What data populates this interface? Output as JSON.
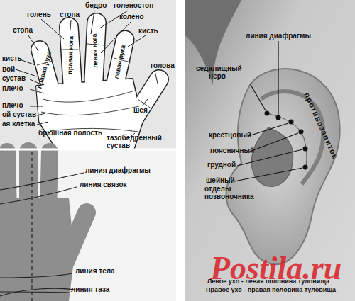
{
  "diagram": {
    "labels": [
      "бедро",
      "голеностоп",
      "голень",
      "стопа",
      "колено",
      "стопа",
      "кисть",
      "кисть",
      "вой",
      "сустав",
      "плечо",
      "плечо",
      "ой сустав",
      "ая клетка",
      "брюшная полость",
      "тазобедренный сустав",
      "голова",
      "шея",
      "правая рука",
      "правая нога",
      "левая нога",
      "левая рука",
      "линия диафрагмы",
      "линия связок",
      "линия тела",
      "линия таза",
      "линия диафрагмы",
      "седалищный нерв",
      "противозавиток",
      "крестцовый",
      "поясничный",
      "грудной",
      "шейный",
      "отделы позвоночника",
      "Postila.ru",
      "Левое ухо - левая половина туловища",
      "Правое ухо - правая половина туловища"
    ]
  }
}
